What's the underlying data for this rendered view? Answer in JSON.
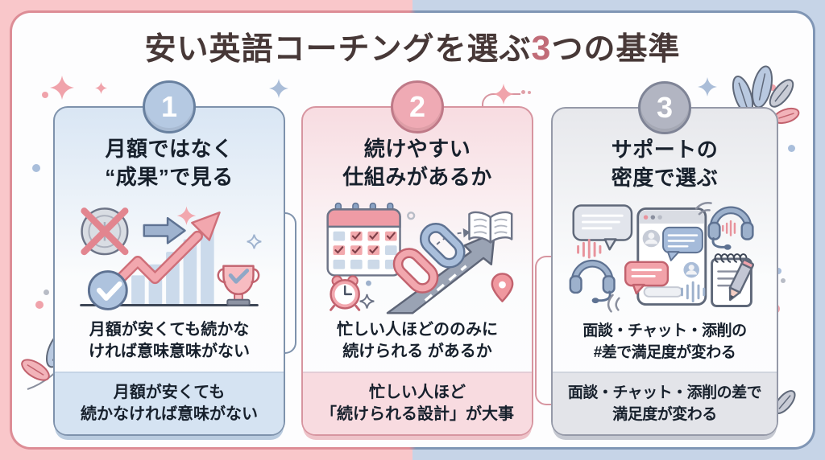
{
  "title": {
    "prefix": "安い英語コーチングを選ぶ",
    "highlight": "3",
    "suffix": "つの基準"
  },
  "palette": {
    "bg_left": "#f9c7ca",
    "bg_right": "#c6d4e7",
    "panel_bg": "#fdfdfe",
    "panel_border_left": "#dd8d96",
    "panel_border_right": "#8096b5",
    "title_text": "#473837",
    "title_highlight": "#c16c78"
  },
  "cards": [
    {
      "number": "1",
      "title_lines": [
        "月額ではなく",
        "“成果”で見る"
      ],
      "note1_lines": [
        "月額が安くても続かな",
        "ければ意味意味がない"
      ],
      "note2_lines": [
        "月額が安くても",
        "続かなければ意味がない"
      ],
      "illustration": "growth-chart-with-trophy",
      "theme": {
        "border": "#7e92ac",
        "bg_top": "#d9e6f4",
        "band": "#d5e3f2",
        "badge_bg": "#b5c9e2",
        "badge_border": "#68809f",
        "shadow": "#b9cbdf"
      }
    },
    {
      "number": "2",
      "title_lines": [
        "続けやすい",
        "仕組みがあるか"
      ],
      "note1_lines": [
        "忙しい人ほどののみに",
        "続けられる があるか"
      ],
      "note2_lines": [
        "忙しい人ほど",
        "「続けられる設計」が大事"
      ],
      "illustration": "calendar-chain-road",
      "theme": {
        "border": "#d795a0",
        "bg_top": "#f8dce1",
        "band": "#f8dbe0",
        "badge_bg": "#efaab4",
        "badge_border": "#bf7a88",
        "shadow": "#eec3c9"
      }
    },
    {
      "number": "3",
      "title_lines": [
        "サポートの",
        "密度で選ぶ"
      ],
      "note1_lines": [
        "面談・チャット・添削の",
        "#差で満足度が変わる"
      ],
      "note2_lines": [
        "面談・チャット・添削の差で",
        "満足度が変わる"
      ],
      "illustration": "chat-headset-notepad",
      "theme": {
        "border": "#9599a8",
        "bg_top": "#e7e8ec",
        "band": "#e3e4e9",
        "badge_bg": "#b2b5c2",
        "badge_border": "#7f8496",
        "shadow": "#c5c8d1"
      }
    }
  ]
}
